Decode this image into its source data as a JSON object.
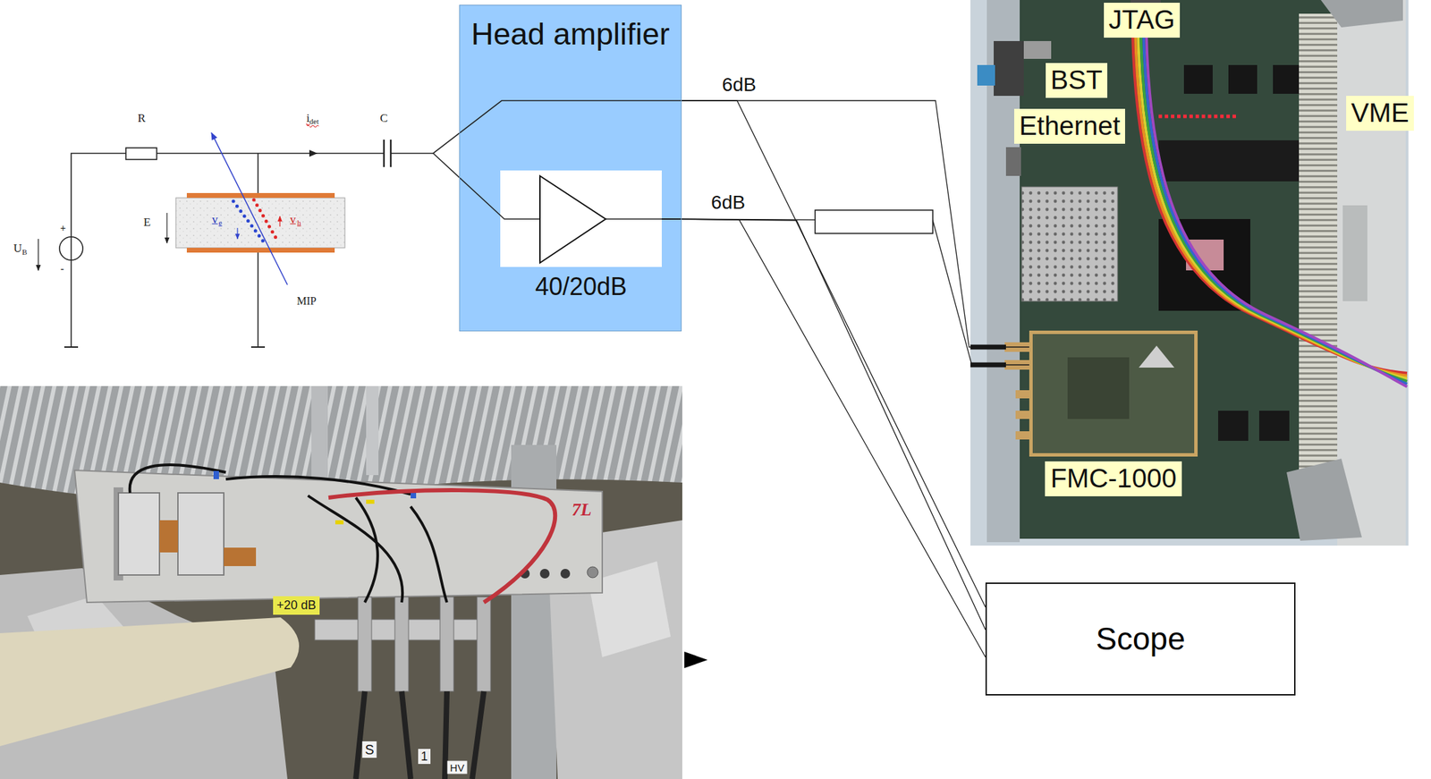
{
  "diagram": {
    "nodes": [
      {
        "text": [
          "Head amplifier"
        ]
      },
      {
        "text": [
          "40/20dB"
        ],
        "in": 0
      },
      {
        "text": [
          "JTAG"
        ]
      },
      {
        "text": [
          "BST"
        ]
      },
      {
        "text": [
          "Ethernet"
        ]
      },
      {
        "text": [
          "VME"
        ]
      },
      {
        "text": [
          "FMC-1000"
        ]
      },
      {
        "text": [
          "+20 dB"
        ]
      },
      {
        "text": [
          "Scope"
        ]
      }
    ],
    "edges": [
      {
        "from": 0,
        "to": 6,
        "arrow": "none",
        "label": "6dB"
      },
      {
        "from": 1,
        "to": 6,
        "arrow": "none",
        "label": "6dB"
      },
      {
        "from": 0,
        "to": 8,
        "arrow": "none"
      },
      {
        "from": 1,
        "to": 8,
        "arrow": "none"
      },
      {
        "from": 1,
        "to": 8,
        "arrow": "none"
      }
    ],
    "labels": [
      "R",
      "i",
      "det",
      "C",
      "E",
      "v",
      "e",
      "v",
      "h",
      "MIP",
      "U",
      "B",
      "+",
      "-",
      "7L",
      "S",
      "1",
      "HV"
    ]
  }
}
